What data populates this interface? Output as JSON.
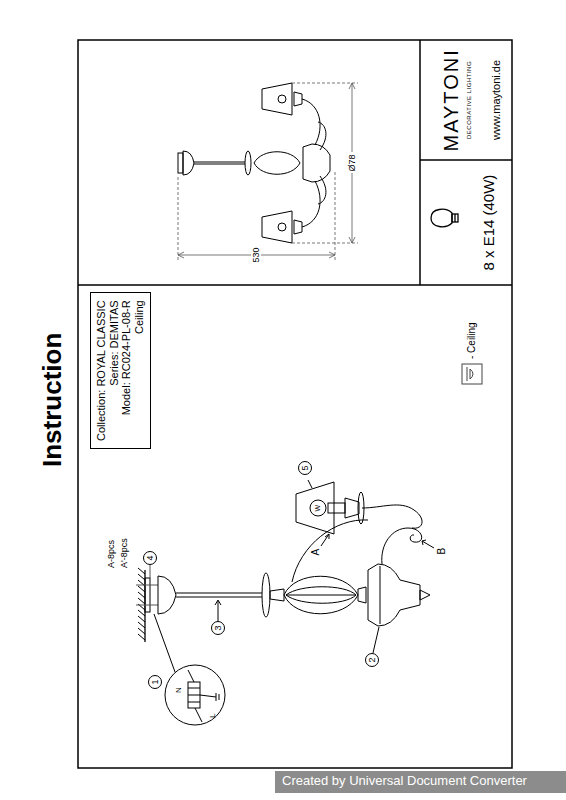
{
  "diagram": {
    "title": "Instruction",
    "nodes": [
      {
        "text": [
          "Collection: ROYAL CLASSIC",
          "Series: DEMITAS",
          "Model: RC024-PL-08-R",
          "Ceiling"
        ]
      },
      {
        "text": [
          "8 x E14 (40W)"
        ]
      },
      {
        "text": [
          "MAYTONI",
          "DECORATIVE LIGHTING",
          "www.maytoni.de"
        ]
      }
    ],
    "labels": [
      "- Ceiling",
      "A-8pcs",
      "A'-8pcs",
      "1",
      "2",
      "3",
      "4",
      "5",
      "A",
      "B",
      "L",
      "N",
      "W",
      "530",
      "Ø78",
      "Created by Universal Document Converter"
    ]
  }
}
